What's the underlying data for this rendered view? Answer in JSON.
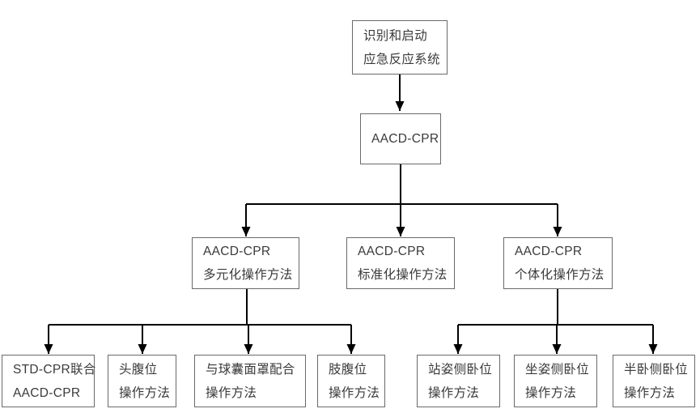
{
  "diagram": {
    "type": "flowchart",
    "language": "zh-CN",
    "colors": {
      "background": "#ffffff",
      "box_fill": "#ffffff",
      "box_border": "#6a6a6a",
      "text": "#3a3a3a",
      "connector": "#000000"
    }
  },
  "nodes": {
    "root": {
      "line1": "识别和启动",
      "line2": "应急反应系统"
    },
    "aacd": {
      "line1": "AACD-CPR"
    },
    "multi": {
      "line1": "AACD-CPR",
      "line2": "多元化操作方法"
    },
    "standard": {
      "line1": "AACD-CPR",
      "line2": "标准化操作方法"
    },
    "individual": {
      "line1": "AACD-CPR",
      "line2": "个体化操作方法"
    },
    "std_combined": {
      "line1": "STD-CPR联合",
      "line2": "AACD-CPR"
    },
    "head_abdomen": {
      "line1": "头腹位",
      "line2": "操作方法"
    },
    "bag_mask": {
      "line1": "与球囊面罩配合",
      "line2": "操作方法"
    },
    "limb_abdomen": {
      "line1": "肢腹位",
      "line2": "操作方法"
    },
    "standing_lateral": {
      "line1": "站姿侧卧位",
      "line2": "操作方法"
    },
    "sitting_lateral": {
      "line1": "坐姿侧卧位",
      "line2": "操作方法"
    },
    "semi_lateral": {
      "line1": "半卧侧卧位",
      "line2": "操作方法"
    }
  },
  "edges": [
    {
      "from": "root",
      "to": "aacd"
    },
    {
      "from": "aacd",
      "to": "multi"
    },
    {
      "from": "aacd",
      "to": "standard"
    },
    {
      "from": "aacd",
      "to": "individual"
    },
    {
      "from": "multi",
      "to": "std_combined"
    },
    {
      "from": "multi",
      "to": "head_abdomen"
    },
    {
      "from": "multi",
      "to": "bag_mask"
    },
    {
      "from": "multi",
      "to": "limb_abdomen"
    },
    {
      "from": "individual",
      "to": "standing_lateral"
    },
    {
      "from": "individual",
      "to": "sitting_lateral"
    },
    {
      "from": "individual",
      "to": "semi_lateral"
    }
  ]
}
